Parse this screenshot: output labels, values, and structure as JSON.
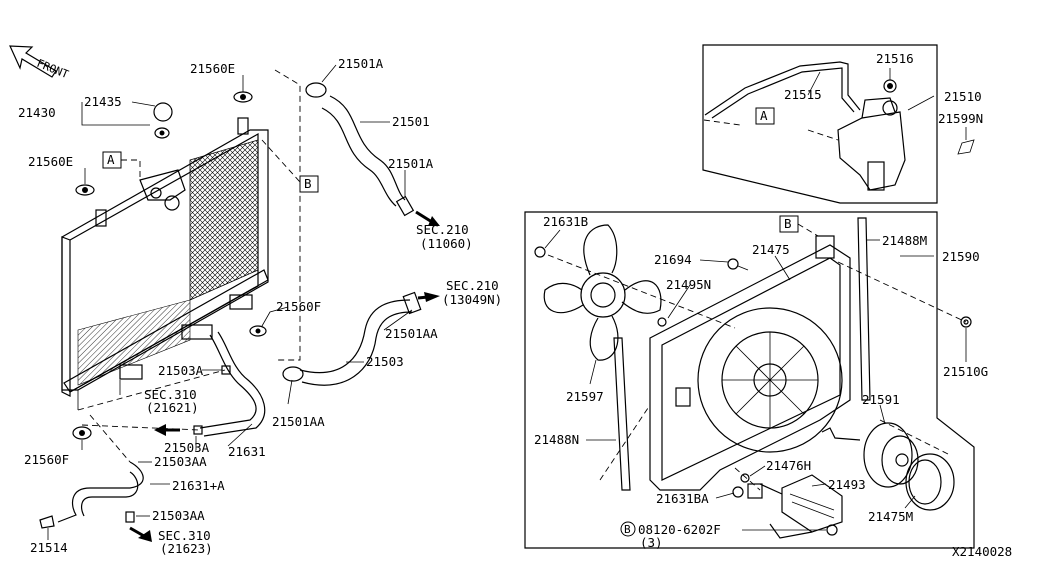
{
  "front_label": "FRONT",
  "diagram_id": "X2140028",
  "parts": {
    "p21560E_top": "21560E",
    "p21435": "21435",
    "p21430": "21430",
    "p21560E_left": "21560E",
    "p21501A_top": "21501A",
    "p21501": "21501",
    "p21501A_mid": "21501A",
    "p21560F_right": "21560F",
    "p21501AA_upper": "21501AA",
    "p21503": "21503",
    "p21503A_upper": "21503A",
    "p21501AA_lower": "21501AA",
    "p21631": "21631",
    "p21503A_lower": "21503A",
    "p21560F_left": "21560F",
    "p21503AA_upper": "21503AA",
    "p21631A": "21631+A",
    "p21503AA_lower": "21503AA",
    "p21514": "21514",
    "p21515": "21515",
    "p21516": "21516",
    "p21510": "21510",
    "p21599N": "21599N",
    "p21631B": "21631B",
    "p21694": "21694",
    "p21475": "21475",
    "p21488M": "21488M",
    "p21590": "21590",
    "p21495N": "21495N",
    "p21597": "21597",
    "p21510G": "21510G",
    "p21591": "21591",
    "p21488N": "21488N",
    "p21476H": "21476H",
    "p21493": "21493",
    "p21631BA": "21631BA",
    "p21475M": "21475M",
    "bolt_code": "08120-6202F",
    "bolt_circle": "B",
    "bolt_qty": "(3)"
  },
  "refs": {
    "sec210_upper": "SEC.210",
    "sec210_upper_sub": "(11060)",
    "sec210_lower": "SEC.210",
    "sec210_lower_sub": "(13049N)",
    "sec310_upper": "SEC.310",
    "sec310_upper_sub": "(21621)",
    "sec310_lower": "SEC.310",
    "sec310_lower_sub": "(21623)"
  },
  "callouts": {
    "A_left": "A",
    "B_left": "B",
    "A_tank": "A",
    "B_right": "B"
  }
}
